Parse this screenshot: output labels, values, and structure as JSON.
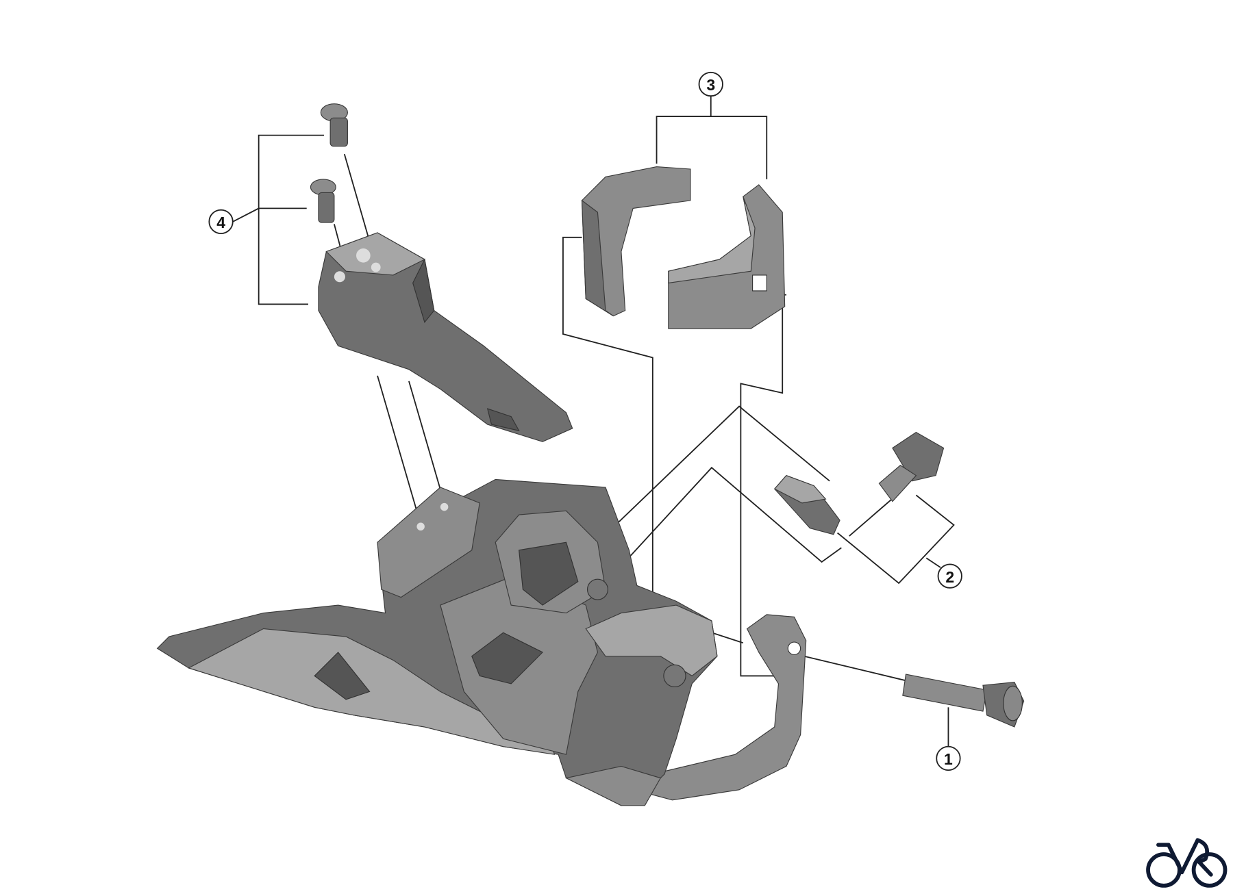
{
  "diagram": {
    "callouts": [
      {
        "id": "callout-1",
        "label": "1"
      },
      {
        "id": "callout-2",
        "label": "2"
      },
      {
        "id": "callout-3",
        "label": "3"
      },
      {
        "id": "callout-4",
        "label": "4"
      }
    ],
    "parts": [
      "front-derailleur-body",
      "cable-guide-plate",
      "clamp-band-halves",
      "band-clamp",
      "fixing-bolt",
      "adjustment-bolt-and-nut",
      "guide-screws"
    ],
    "colors": {
      "part_dark": "#555555",
      "part_mid": "#6f6f6f",
      "part_light": "#a6a6a6",
      "line": "#222222",
      "logo": "#0f1a33"
    }
  }
}
